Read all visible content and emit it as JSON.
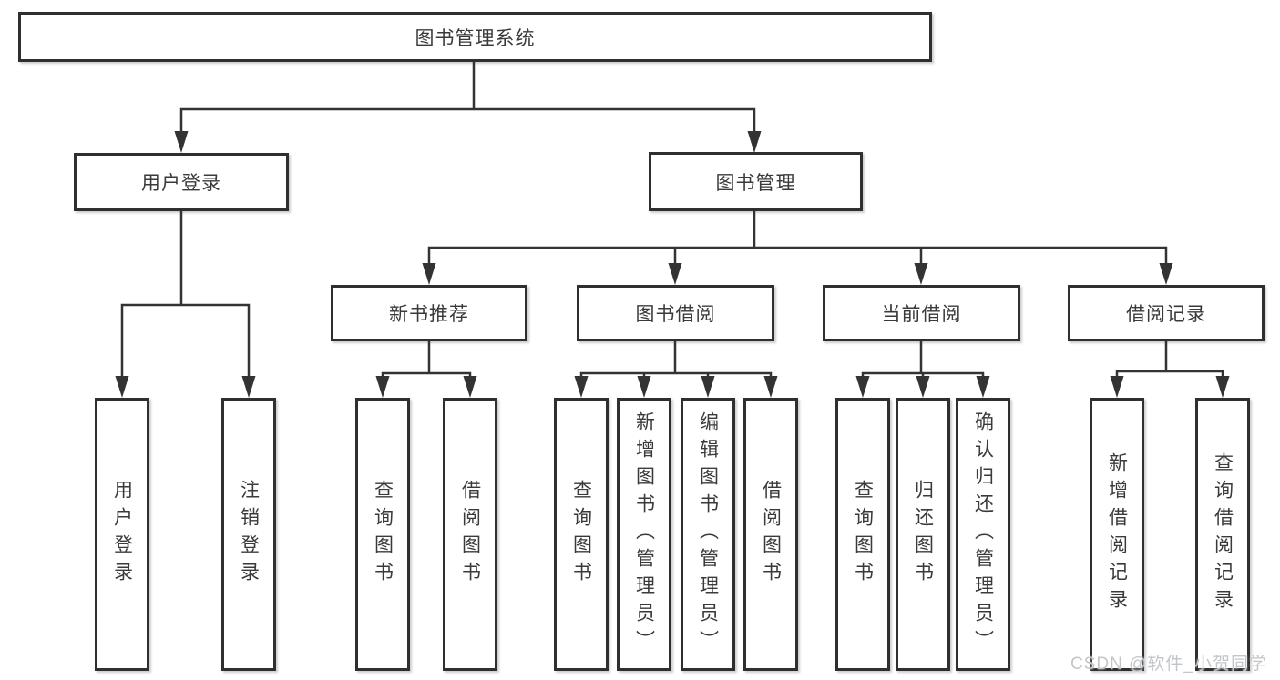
{
  "diagram": {
    "title": "图书管理系统",
    "root": {
      "label": "图书管理系统"
    },
    "level2": [
      {
        "label": "用户登录"
      },
      {
        "label": "图书管理"
      }
    ],
    "level3": [
      {
        "label": "新书推荐"
      },
      {
        "label": "图书借阅"
      },
      {
        "label": "当前借阅"
      },
      {
        "label": "借阅记录"
      }
    ],
    "leaves": [
      {
        "label": "用户登录",
        "parent": "用户登录"
      },
      {
        "label": "注销登录",
        "parent": "用户登录"
      },
      {
        "label": "查询图书",
        "parent": "新书推荐"
      },
      {
        "label": "借阅图书",
        "parent": "新书推荐"
      },
      {
        "label": "查询图书",
        "parent": "图书借阅"
      },
      {
        "label": "新增图书（管理员）",
        "parent": "图书借阅"
      },
      {
        "label": "编辑图书（管理员）",
        "parent": "图书借阅"
      },
      {
        "label": "借阅图书",
        "parent": "图书借阅"
      },
      {
        "label": "查询图书",
        "parent": "当前借阅"
      },
      {
        "label": "归还图书",
        "parent": "当前借阅"
      },
      {
        "label": "确认归还（管理员）",
        "parent": "当前借阅"
      },
      {
        "label": "新增借阅记录",
        "parent": "借阅记录"
      },
      {
        "label": "查询借阅记录",
        "parent": "借阅记录"
      }
    ]
  },
  "watermark": {
    "text": "CSDN @软件_小贺同学"
  },
  "colors": {
    "line": "#333333",
    "box_border": "#2f2f2f",
    "text": "#3a3a3a",
    "background": "#ffffff",
    "watermark": "#c3c6c9"
  }
}
